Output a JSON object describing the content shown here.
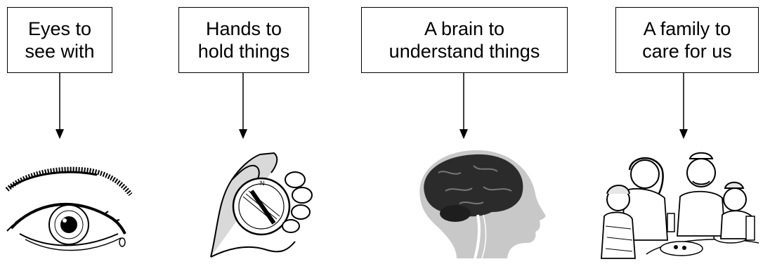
{
  "panels": [
    {
      "label": "Eyes to\nsee with",
      "icon": "eye-icon"
    },
    {
      "label": "Hands to\nhold things",
      "icon": "hand-compass-icon"
    },
    {
      "label": "A brain to\nunderstand things",
      "icon": "brain-head-icon"
    },
    {
      "label": "A family to\ncare for us",
      "icon": "family-meal-icon"
    }
  ],
  "colors": {
    "line": "#000000",
    "brain": "#2b2b2b",
    "head": "#c8c8c8",
    "skin": "#d9d9d9"
  }
}
